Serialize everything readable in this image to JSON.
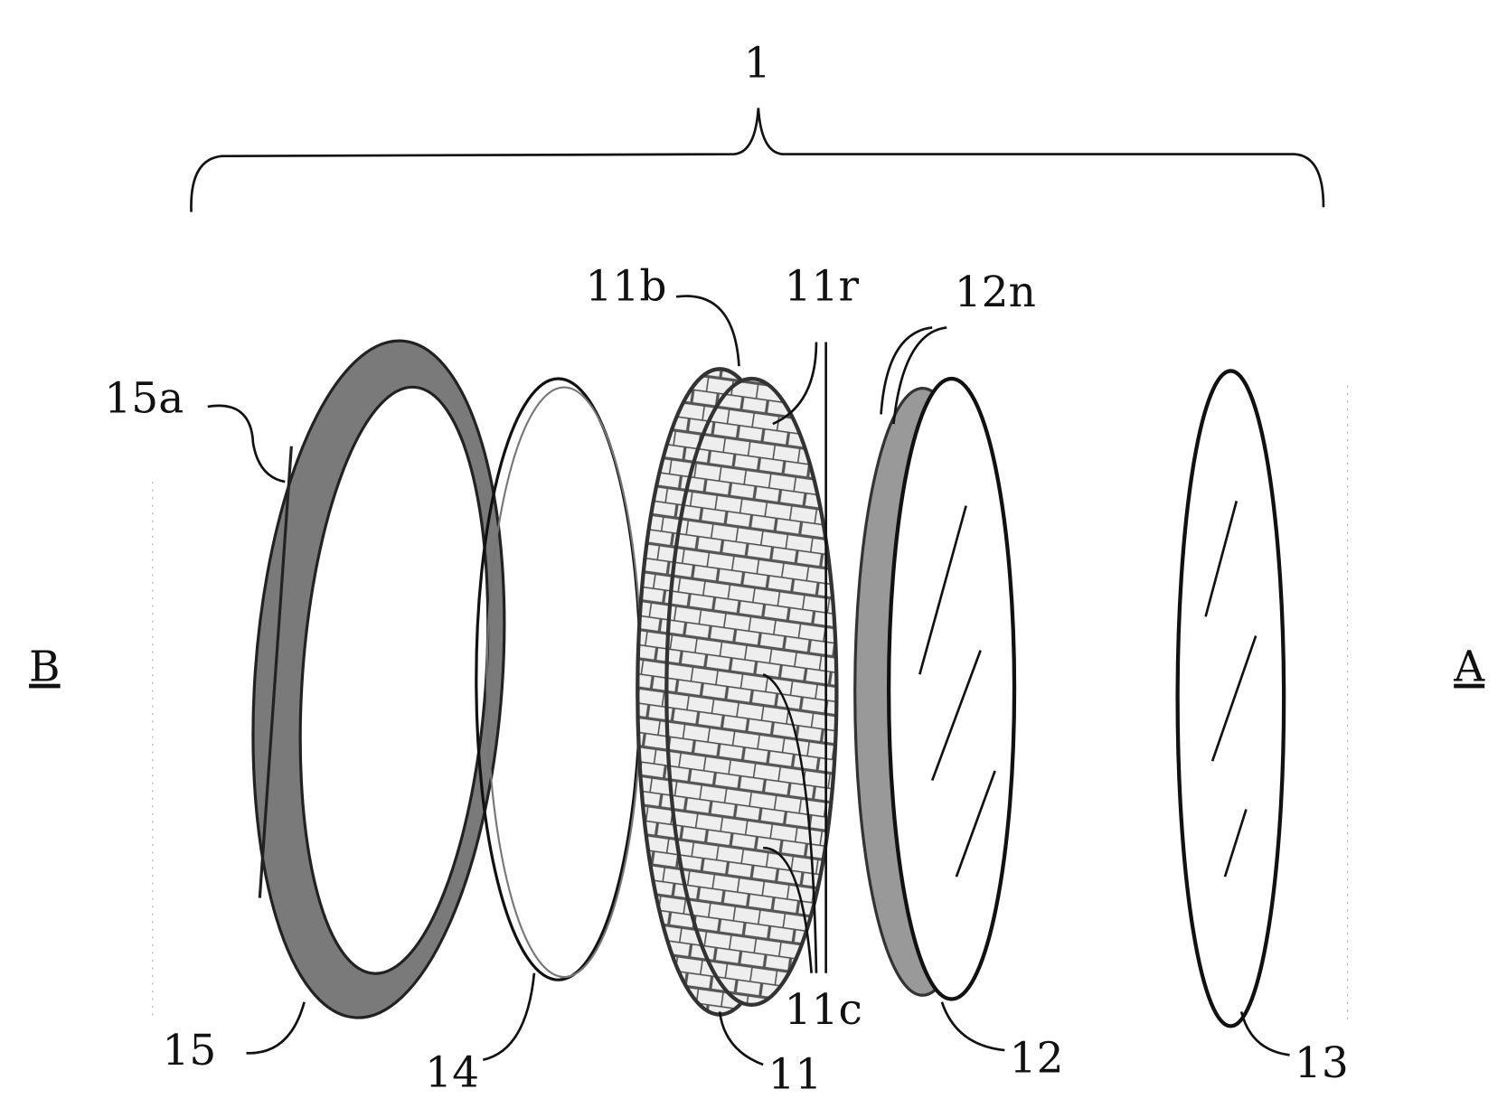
{
  "figure": {
    "assembly_label": "1",
    "side_left": "B",
    "side_right": "A",
    "labels": {
      "l15a": "15a",
      "l11b": "11b",
      "l11r": "11r",
      "l12n": "12n",
      "l15": "15",
      "l14": "14",
      "l11": "11",
      "l11c": "11c",
      "l12": "12",
      "l13": "13"
    },
    "colors": {
      "line": "#111111",
      "ring_fill": "#7a7a7a",
      "lattice": "#555555"
    }
  }
}
